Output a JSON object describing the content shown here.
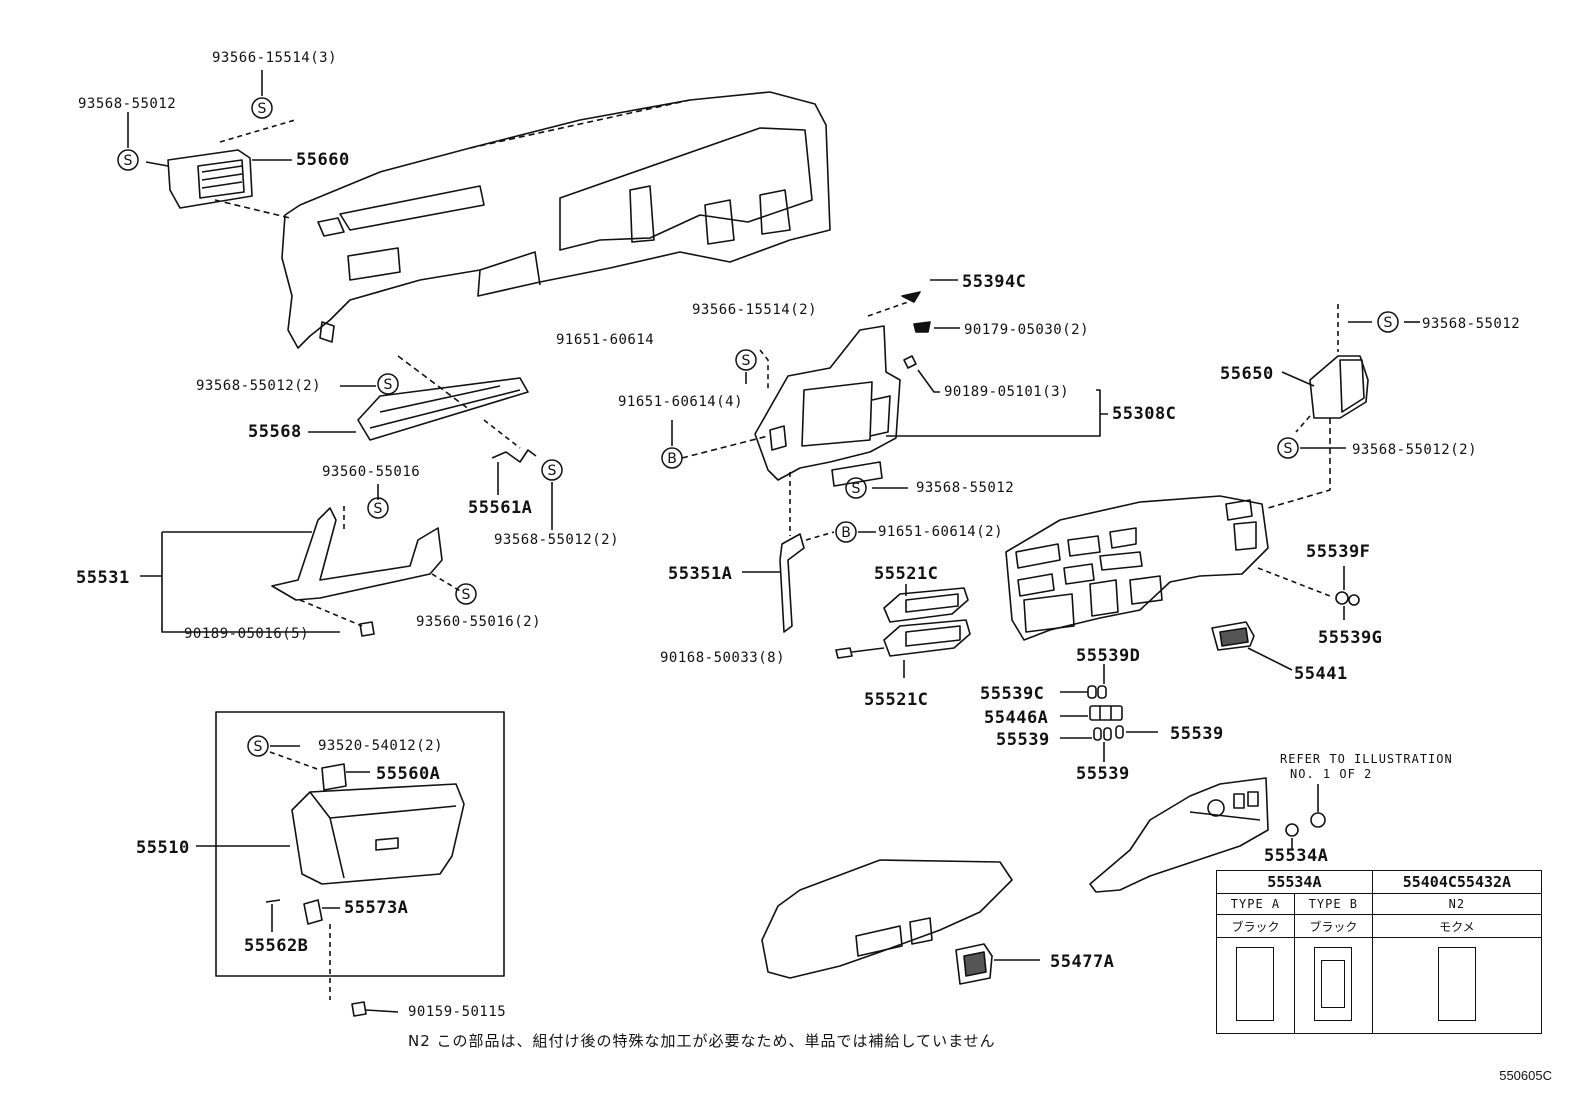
{
  "labels": {
    "p55660": "55660",
    "r93566_3": "93566-15514(3)",
    "r93568_top": "93568-55012",
    "r93568_2a": "93568-55012(2)",
    "p55568": "55568",
    "r93560": "93560-55016",
    "p55561a": "55561A",
    "r93568_2b": "93568-55012(2)",
    "p55531": "55531",
    "r90189_5": "90189-05016(5)",
    "r93560_2": "93560-55016(2)",
    "p55394c": "55394C",
    "r93566_2": "93566-15514(2)",
    "r91651": "91651-60614",
    "r90179": "90179-05030(2)",
    "r90189_3": "90189-05101(3)",
    "r91651_4": "91651-60614(4)",
    "p55308c": "55308C",
    "r93568_mid": "93568-55012",
    "r91651_2": "91651-60614(2)",
    "p55351a": "55351A",
    "p55521c_a": "55521C",
    "r90168": "90168-50033(8)",
    "p55521c_b": "55521C",
    "r93568_right": "93568-55012",
    "p55650": "55650",
    "r93568_right2": "93568-55012(2)",
    "p55539f": "55539F",
    "p55539g": "55539G",
    "p55441": "55441",
    "p55539d": "55539D",
    "p55539c": "55539C",
    "p55446a": "55446A",
    "p55539_l": "55539",
    "p55539_r": "55539",
    "p55539_b": "55539",
    "refer1": "REFER TO ILLUSTRATION",
    "refer2": "NO. 1 OF 2",
    "p55534a": "55534A",
    "r93520": "93520-54012(2)",
    "p55560a": "55560A",
    "p55510": "55510",
    "p55573a": "55573A",
    "p55562b": "55562B",
    "r90159": "90159-50115",
    "p55477a": "55477A",
    "s_symbol": "S",
    "b_symbol": "B"
  },
  "legend": {
    "col1_header": "55534A",
    "col2_header": "55404C55432A",
    "type_a": "TYPE A",
    "type_b": "TYPE B",
    "n2": "N2",
    "color_a": "ブラック",
    "color_b": "ブラック",
    "color_c": "モクメ"
  },
  "footnote": "N2 この部品は、組付け後の特殊な加工が必要なため、単品では補給していません",
  "figure_code": "550605C"
}
